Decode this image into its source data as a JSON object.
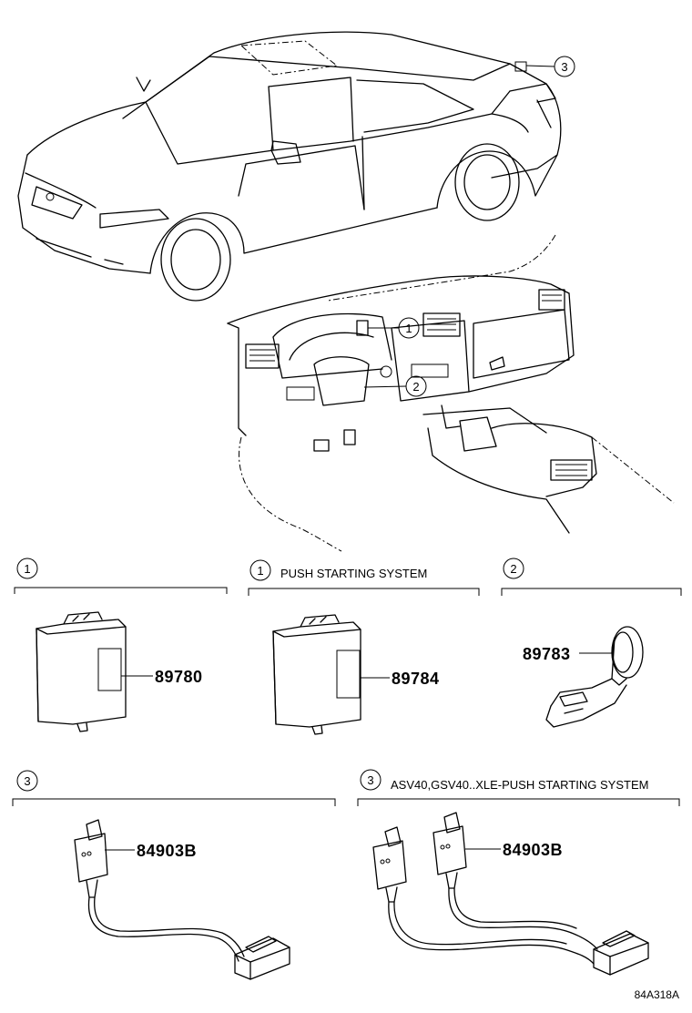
{
  "callouts": {
    "c1": "1",
    "c2": "2",
    "c3": "3"
  },
  "sections": [
    {
      "ref": "1",
      "caption": "",
      "part": "89780"
    },
    {
      "ref": "1",
      "caption": "PUSH STARTING SYSTEM",
      "part": "89784"
    },
    {
      "ref": "2",
      "caption": "",
      "part": "89783"
    },
    {
      "ref": "3",
      "caption": "",
      "part": "84903B"
    },
    {
      "ref": "3",
      "caption": "ASV40,GSV40..XLE-PUSH STARTING SYSTEM",
      "part": "84903B"
    }
  ],
  "diagram_code": "84A318A"
}
